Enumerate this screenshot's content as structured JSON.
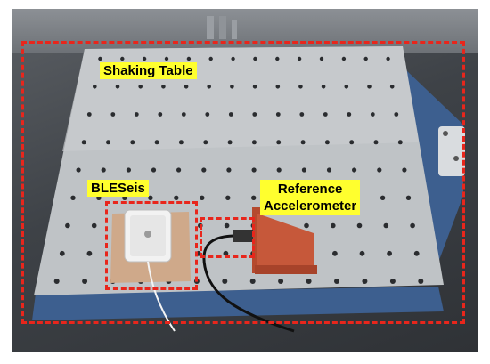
{
  "labels": {
    "shaking_table": "Shaking Table",
    "bleseis": "BLESeis",
    "reference_line1": "Reference",
    "reference_line2": "Accelerometer"
  },
  "colors": {
    "label_bg": "#ffff2e",
    "dashed_box": "#e8261c",
    "table_top": "#bfc3c6",
    "table_side": "#3d5f8f"
  }
}
